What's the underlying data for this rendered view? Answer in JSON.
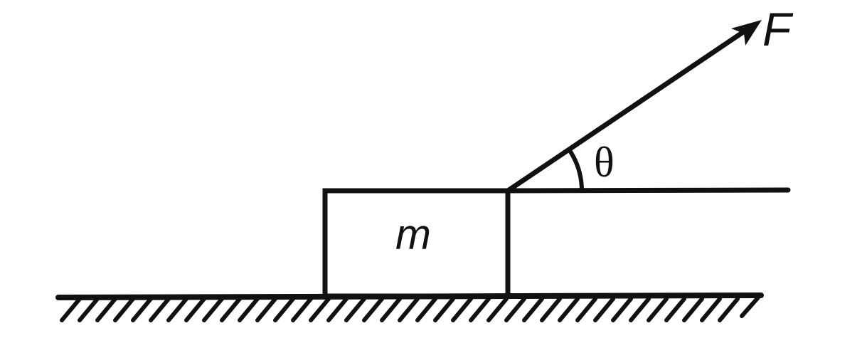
{
  "diagram": {
    "type": "physics-free-body",
    "description": "Block of mass m on a rough horizontal surface pulled by force F at angle theta above the horizontal",
    "labels": {
      "force": "F",
      "angle": "θ",
      "mass": "m"
    },
    "colors": {
      "ink": "#111111",
      "background": "#ffffff"
    }
  }
}
